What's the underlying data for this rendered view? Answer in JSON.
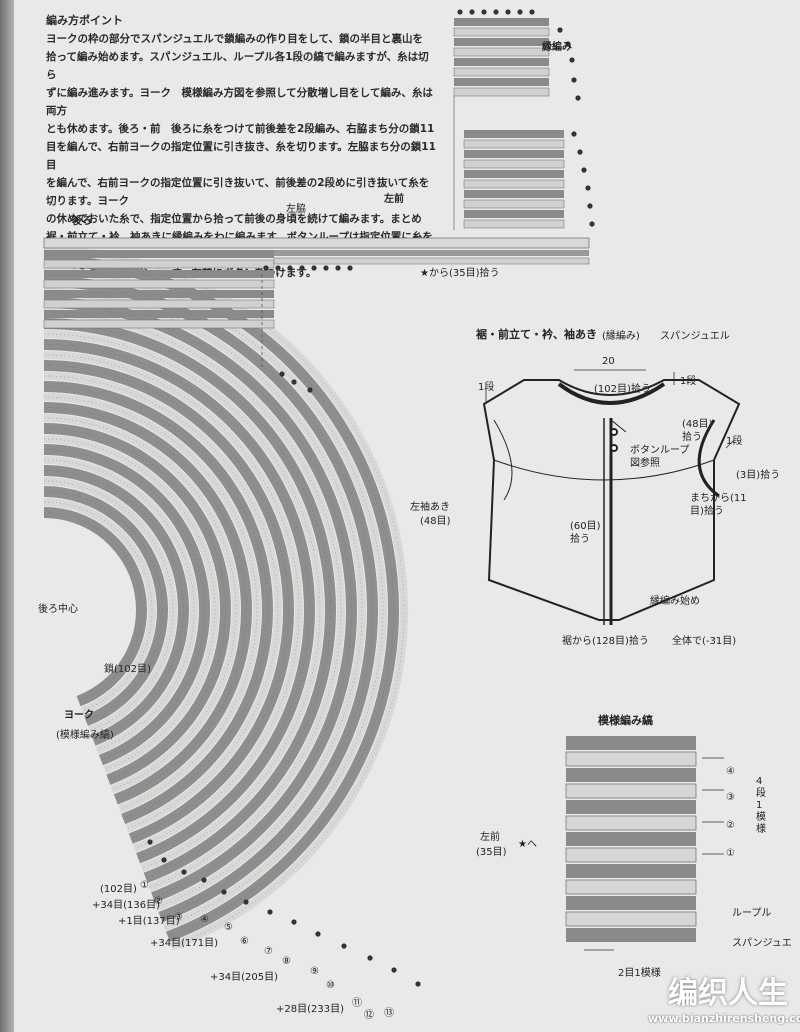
{
  "notes": {
    "heading": "編み方ポイント",
    "lines": [
      "ヨークの枠の部分でスパンジュエルで鎖編みの作り目をして、鎖の半目と裏山を",
      "拾って編み始めます。スパンジュエル、ループル各1段の縞で編みますが、糸は切ら",
      "ずに編み進みます。ヨーク　模様編み方図を参照して分散増し目をして編み、糸は両方",
      "とも休めます。後ろ・前　後ろに糸をつけて前後差を2段編み、右脇まち分の鎖11",
      "目を編んで、右前ヨークの指定位置に引き抜き、糸を切ります。左脇まち分の鎖11目",
      "を編んで、右前ヨークの指定位置に引き抜いて、前後差の2段めに引き抜いて糸を切ります。ヨーク",
      "の休めておいた糸で、指定位置から拾って前後の身頃を続けて編みます。まとめ",
      "裾・前立て・衿、袖あきに縁編みをわに編みます。ボタンループは指定位置に糸をつ",
      "けて編みつけ、糸を切ります。左前にボタンをつけます。"
    ]
  },
  "chart_labels": {
    "ushiro": "後ろ",
    "hidari_mae": "左前",
    "hidari_waki": "左脇",
    "from_star": "★から(35目)拾う",
    "ushiro_chushin": "後ろ中心",
    "kusari": "鎖(102目)",
    "yoke": "ヨーク",
    "yoke_pattern": "(模様編み縞)",
    "sleeve_opening": "左袖あき",
    "sleeve_count": "(48目)",
    "left_front": "左前",
    "left_front_count": "(35目)",
    "to_star": "★へ",
    "fuchi": "縁編み",
    "row_marks": [
      "①",
      "②",
      "③",
      "④",
      "⑤",
      "⑥",
      "⑦",
      "⑧",
      "⑨",
      "⑩",
      "⑪",
      "⑫",
      "⑬"
    ],
    "row_counts": [
      "(102目)",
      "+34目(136目)",
      "+1目(137目)",
      "+34目(171目)",
      "+34目(205目)",
      "+28目(233目)"
    ]
  },
  "finishing": {
    "title": "裾・前立て・衿、袖あき",
    "title_sub": "(縁編み)",
    "yarn": "スパンジュエル",
    "width": "20",
    "collar_pick": "(102目)拾う",
    "row1_left": "1段",
    "row1_right": "1段",
    "row1_arm": "1段",
    "button_loop": "ボタンループ図参照",
    "arm_pick": "(48目)拾う",
    "arm_3": "(3目)拾う",
    "gusset": "まちから(11目)拾う",
    "front_pick": "(60目)拾う",
    "start": "縁編み始め",
    "hem_pick": "裾から(128目)拾う",
    "total": "全体で(-31目)"
  },
  "pattern": {
    "title": "模様編み縞",
    "rows": [
      "④",
      "③",
      "②",
      "①"
    ],
    "repeat": "4段1模様",
    "yarn1": "ループル",
    "yarn2": "スパンジュエ",
    "stitch_repeat": "2目1模様"
  },
  "watermark": {
    "name": "编织人生",
    "site": "www.bianzhirensheng.com"
  }
}
